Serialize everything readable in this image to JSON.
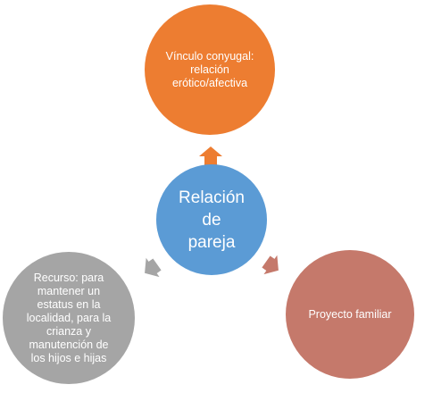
{
  "diagram": {
    "center": {
      "label": "Relación\nde\npareja",
      "color": "#5b9bd5"
    },
    "top": {
      "label": "Vínculo conyugal:\nrelación\nerótico/afectiva",
      "color": "#ed7d31"
    },
    "left": {
      "label": "Recurso: para\nmantener un\nestatus en la\nlocalidad, para la\ncrianza y\nmanutención de\nlos hijos e hijas",
      "color": "#a5a5a5"
    },
    "right": {
      "label": "Proyecto familiar",
      "color": "#c5796b"
    }
  }
}
